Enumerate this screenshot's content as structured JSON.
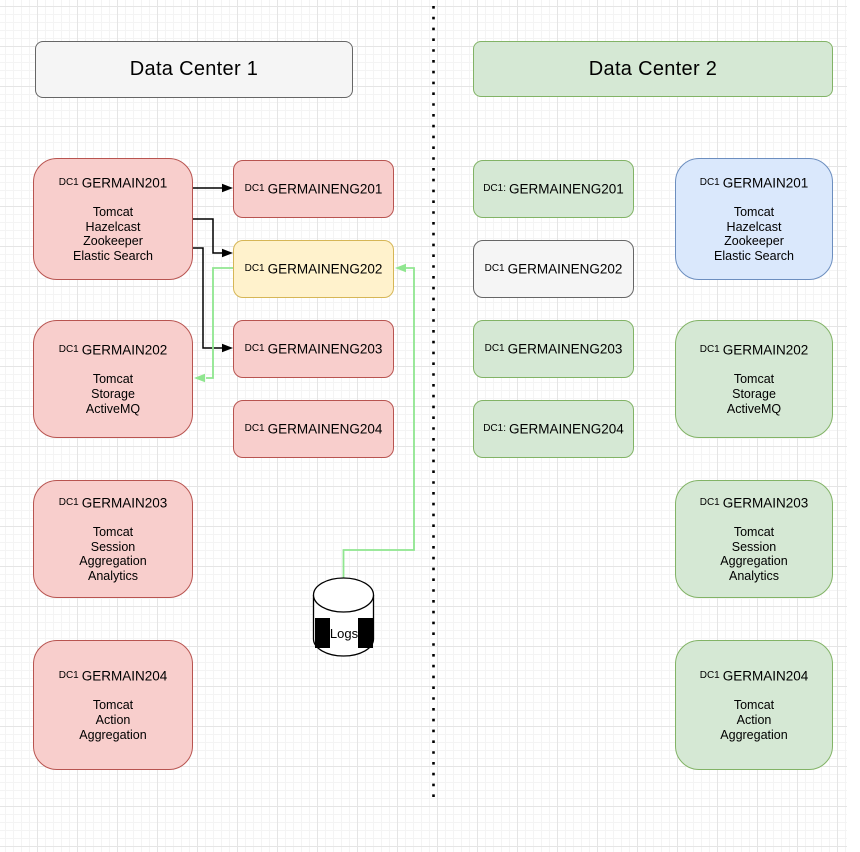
{
  "header": {
    "dc1_title": "Data Center 1",
    "dc2_title": "Data Center 2"
  },
  "colors": {
    "red_fill": "#f8cecc",
    "red_stroke": "#b85450",
    "green_fill": "#d5e8d4",
    "green_stroke": "#82b366",
    "yellow_fill": "#fff2cc",
    "yellow_stroke": "#d6b656",
    "blue_fill": "#dae8fc",
    "blue_stroke": "#6c8ebf",
    "gray_fill": "#f5f5f5",
    "gray_stroke": "#666666",
    "black_connector": "#000000",
    "green_connector": "#90e690"
  },
  "dc1": {
    "servers": [
      {
        "prefix": "DC1",
        "name": "GERMAIN201",
        "services": [
          "Tomcat",
          "Hazelcast",
          "Zookeeper",
          "Elastic Search"
        ]
      },
      {
        "prefix": "DC1",
        "name": "GERMAIN202",
        "services": [
          "Tomcat",
          "Storage",
          "ActiveMQ"
        ]
      },
      {
        "prefix": "DC1",
        "name": "GERMAIN203",
        "services": [
          "Tomcat",
          "Session",
          "Aggregation",
          "Analytics"
        ]
      },
      {
        "prefix": "DC1",
        "name": "GERMAIN204",
        "services": [
          "Tomcat",
          "Action",
          "Aggregation"
        ]
      }
    ],
    "eng_nodes": [
      {
        "prefix": "DC1",
        "name": "GERMAINENG201"
      },
      {
        "prefix": "DC1",
        "name": "GERMAINENG202"
      },
      {
        "prefix": "DC1",
        "name": "GERMAINENG203"
      },
      {
        "prefix": "DC1",
        "name": "GERMAINENG204"
      }
    ]
  },
  "dc2": {
    "eng_nodes": [
      {
        "prefix": "DC1:",
        "name": "GERMAINENG201"
      },
      {
        "prefix": "DC1",
        "name": "GERMAINENG202"
      },
      {
        "prefix": "DC1",
        "name": "GERMAINENG203"
      },
      {
        "prefix": "DC1:",
        "name": "GERMAINENG204"
      }
    ],
    "servers": [
      {
        "prefix": "DC1",
        "name": "GERMAIN201",
        "services": [
          "Tomcat",
          "Hazelcast",
          "Zookeeper",
          "Elastic Search"
        ]
      },
      {
        "prefix": "DC1",
        "name": "GERMAIN202",
        "services": [
          "Tomcat",
          "Storage",
          "ActiveMQ"
        ]
      },
      {
        "prefix": "DC1",
        "name": "GERMAIN203",
        "services": [
          "Tomcat",
          "Session",
          "Aggregation",
          "Analytics"
        ]
      },
      {
        "prefix": "DC1",
        "name": "GERMAIN204",
        "services": [
          "Tomcat",
          "Action",
          "Aggregation"
        ]
      }
    ]
  },
  "logs": {
    "label": "Logs"
  }
}
